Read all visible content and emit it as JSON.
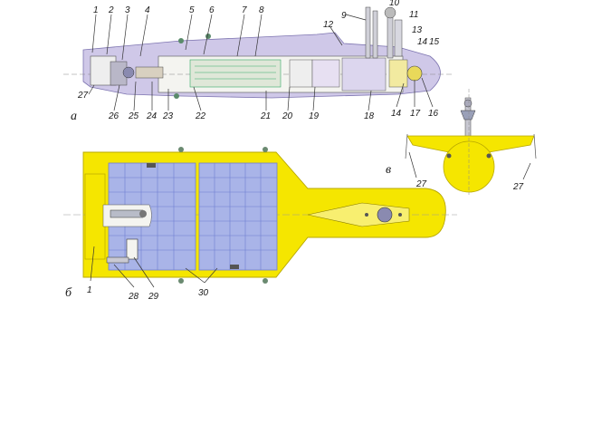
{
  "views": {
    "side": {
      "letter": "а"
    },
    "top": {
      "letter": "б"
    },
    "front": {
      "letter": "в"
    }
  },
  "callouts": {
    "c1": "1",
    "c2": "2",
    "c3": "3",
    "c4": "4",
    "c5": "5",
    "c6": "6",
    "c7": "7",
    "c8": "8",
    "c9": "9",
    "c10": "10",
    "c11": "11",
    "c12": "12",
    "c13": "13",
    "c14": "14",
    "c15": "15",
    "c16": "16",
    "c17": "17",
    "c18": "18",
    "c19": "19",
    "c20": "20",
    "c21": "21",
    "c22": "22",
    "c23": "23",
    "c24": "24",
    "c25": "25",
    "c26": "26",
    "c27": "27",
    "t1": "1",
    "t28": "28",
    "t29": "29",
    "t30": "30",
    "f27a": "27",
    "f27b": "27"
  },
  "colors": {
    "hull_yellow": "#f5e600",
    "hull_stroke": "#b8a800",
    "side_hull": "#cfc8e8",
    "panel_blue": "#a9b4e8",
    "panel_grid": "#6f7fd0",
    "interior": "#f4f4f0"
  }
}
